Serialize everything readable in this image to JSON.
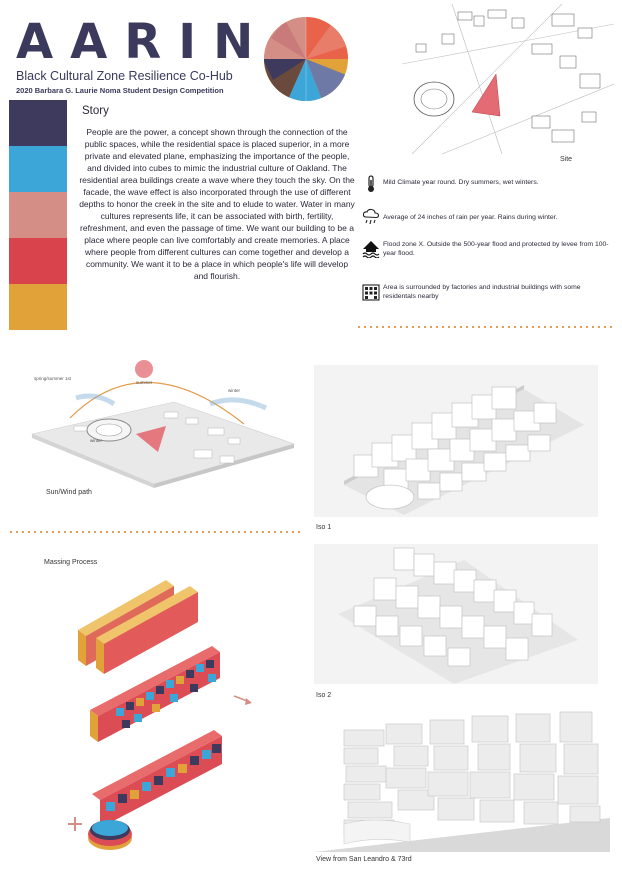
{
  "header": {
    "title": "AARIN",
    "subtitle": "Black Cultural Zone Resilience Co-Hub",
    "competition": "2020 Barbara G. Laurie Noma Student Design Competition"
  },
  "palette": [
    "#3d3a5e",
    "#3da6d9",
    "#d48e86",
    "#d9444c",
    "#e1a23a"
  ],
  "story": {
    "heading": "Story",
    "text": "People are the power, a concept shown through the connection of the public spaces, while the residential space is placed superior, in a more private and elevated plane, emphasizing the importance of the people, and divided into cubes to mimic the industrial culture of Oakland. The residential area buildings create a wave where they touch the sky. On the facade, the wave effect is also incorporated through the use of different depths to honor the creek in the site and to elude to water. Water in many cultures represents life, it can be associated with birth, fertility, refreshment, and even the passage of time. We want our building to be a place where people can live comfortably and create memories. A place where people from different cultures can come together and develop a community. We want it to be a place in which people's life will develop and flourish."
  },
  "site": {
    "caption": "Site"
  },
  "climate": [
    {
      "icon": "thermometer-icon",
      "text": "Mild Climate year round. Dry summers, wet winters."
    },
    {
      "icon": "rain-cloud-icon",
      "text": "Average of 24 inches of rain per year. Rains during winter."
    },
    {
      "icon": "flood-house-icon",
      "text": "Flood zone X. Outside the 500-year flood and protected by levee from 100- year flood."
    },
    {
      "icon": "factory-icon",
      "text": "Area is surrounded by factories and industrial buildings with some residentals nearby"
    }
  ],
  "diagrams": {
    "sun_wind_caption": "Sun/Wind path",
    "sun_label_1": "spring/summer 1st",
    "sun_label_2": "summer",
    "wind_label_1": "winter",
    "wind_label_2": "winter",
    "iso1_caption": "Iso 1",
    "massing_caption": "Massing Process",
    "iso2_caption": "Iso 2",
    "view_caption": "View from San Leandro & 73rd"
  }
}
